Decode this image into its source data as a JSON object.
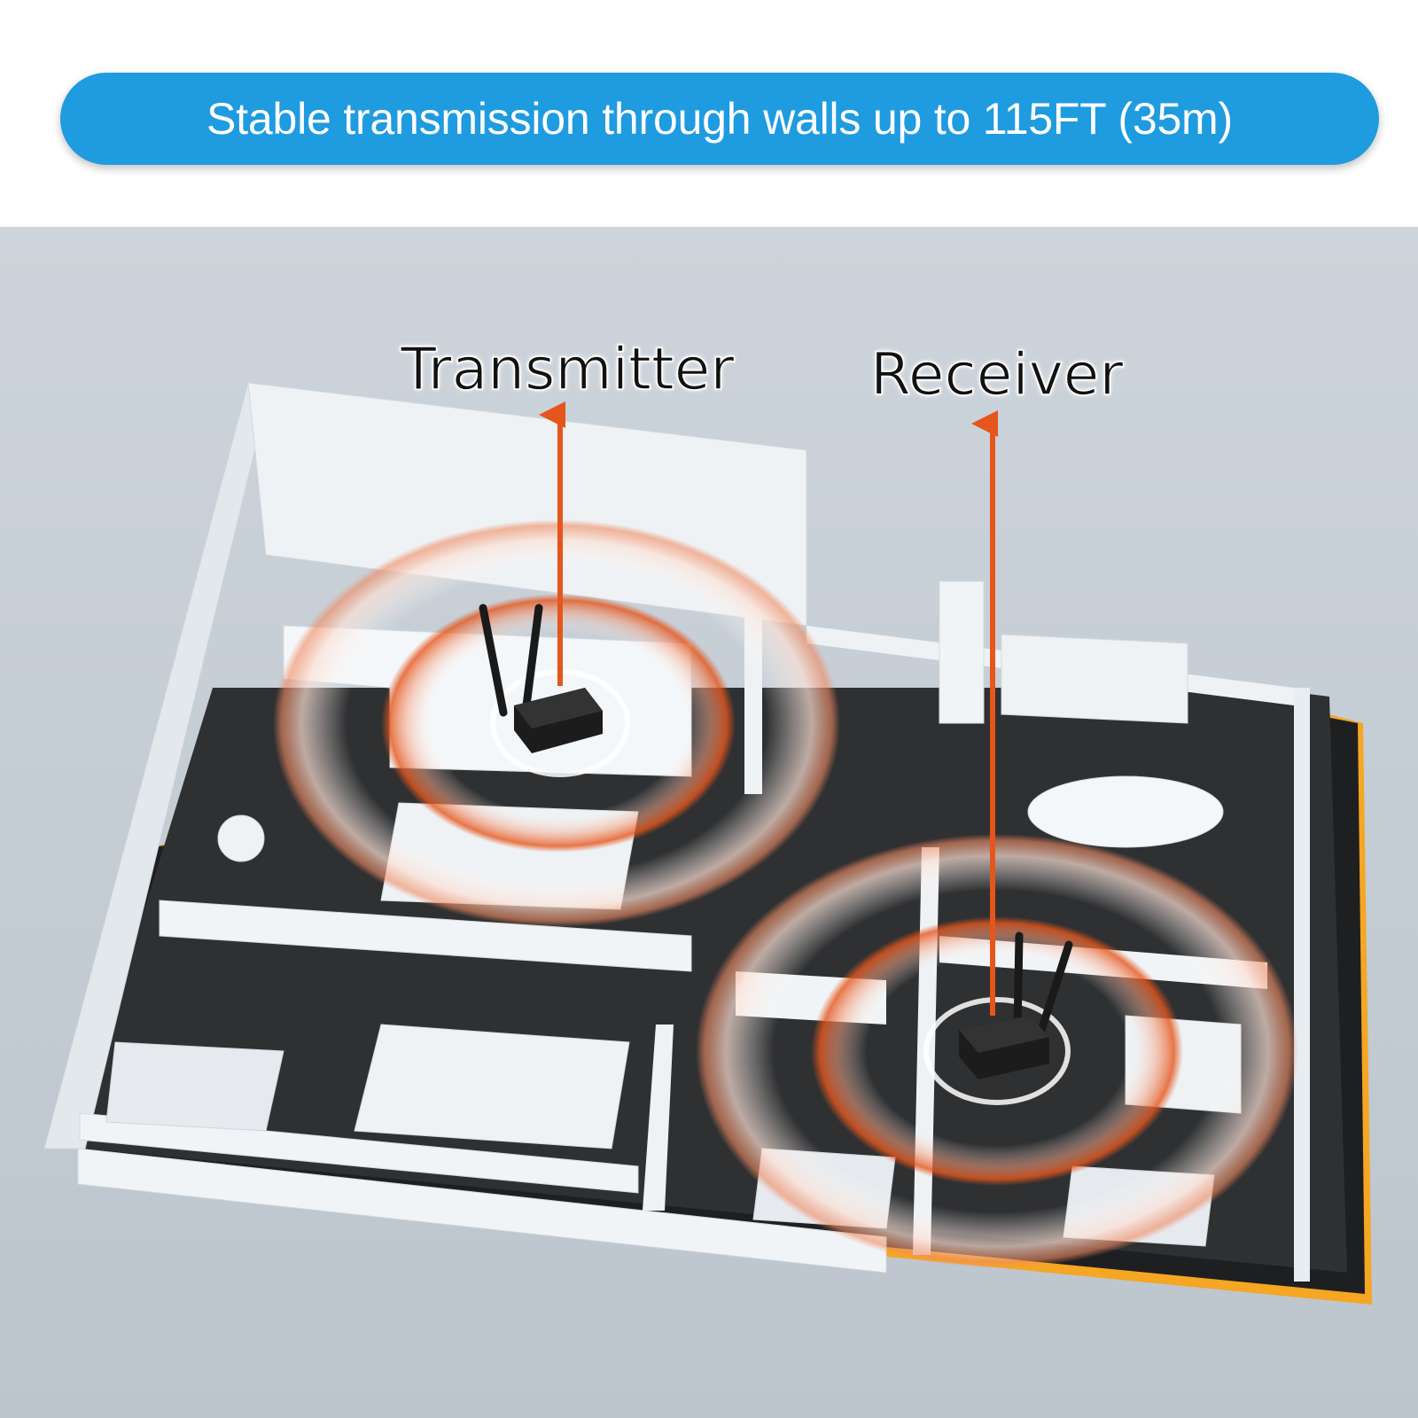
{
  "banner": {
    "text": "Stable transmission through walls up to 115FT (35m)"
  },
  "labels": {
    "transmitter": "Transmitter",
    "receiver": "Receiver"
  },
  "colors": {
    "banner": "#1f9be0",
    "arrow": "#e5561c",
    "ground": "#c6ced6",
    "floor": "#2f3032",
    "walls": "#eef2f5",
    "edge": "#f5a623"
  }
}
